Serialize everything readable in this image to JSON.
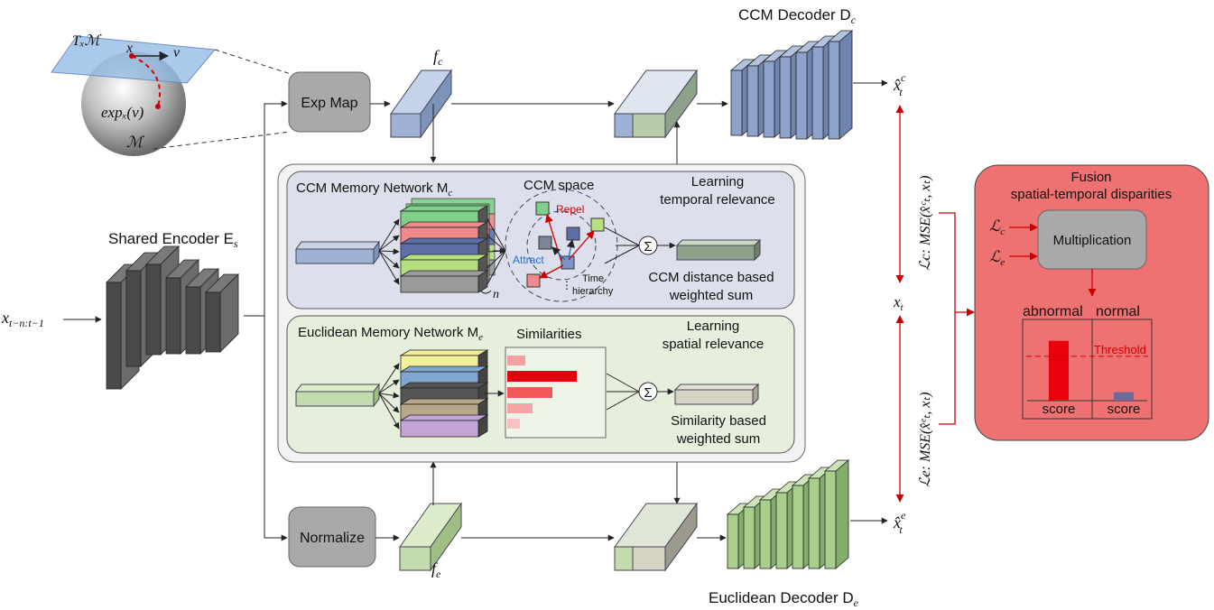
{
  "manifold": {
    "tangent_label": "Tₓℳ",
    "x_label": "x",
    "v_label": "v",
    "exp_label": "expₓ(v)",
    "manifold_label": "ℳ"
  },
  "encoder": {
    "title": "Shared Encoder E",
    "sub": "s"
  },
  "input": {
    "label": "x",
    "sub": "t−n:t−1"
  },
  "exp_map": {
    "label": "Exp Map"
  },
  "normalize": {
    "label": "Normalize"
  },
  "fc": {
    "label": "f",
    "sub": "c"
  },
  "fe": {
    "label": "f",
    "sub": "e"
  },
  "ccm_decoder": {
    "title": "CCM Decoder D",
    "sub": "c",
    "out": "x̂",
    "out_sup": "c",
    "out_sub": "t"
  },
  "euc_decoder": {
    "title": "Euclidean Decoder D",
    "sub": "e",
    "out": "x̂",
    "out_sup": "e",
    "out_sub": "t"
  },
  "ccm_memory": {
    "title": "CCM Memory Network M",
    "sub": "c",
    "space_title": "CCM space",
    "repel": "Repel",
    "attract": "Attract",
    "time": "Time",
    "hierarchy": "hierarchy",
    "n_label": "n",
    "relevance_line1": "Learning",
    "relevance_line2": "temporal relevance",
    "sum_line1": "CCM distance based",
    "sum_line2": "weighted sum",
    "sigma": "Σ"
  },
  "euc_memory": {
    "title": "Euclidean Memory Network M",
    "sub": "e",
    "sim_title": "Similarities",
    "relevance_line1": "Learning",
    "relevance_line2": "spatial relevance",
    "sum_line1": "Similarity based",
    "sum_line2": "weighted sum",
    "sigma": "Σ"
  },
  "losses": {
    "lc": "ℒc: MSE(x̂ᶜₜ, xₜ)",
    "le": "ℒe: MSE(x̂ᵉₜ, xₜ)",
    "xt": "x",
    "xt_sub": "t"
  },
  "fusion": {
    "title_line1": "Fusion",
    "title_line2": "spatial-temporal disparities",
    "lc": "ℒ",
    "lc_sub": "c",
    "le": "ℒ",
    "le_sub": "e",
    "mult": "Multiplication",
    "abnormal": "abnormal",
    "normal": "normal",
    "threshold": "Threshold",
    "score_left": "score",
    "score_right": "score"
  },
  "chart_data": {
    "type": "bar",
    "categories": [
      "abnormal",
      "normal"
    ],
    "values": [
      0.85,
      0.12
    ],
    "threshold": 0.63,
    "ylim": [
      0,
      1
    ]
  },
  "colors": {
    "blue": "#9fb2d6",
    "green": "#c3dcae",
    "gray": "#5a5a5a",
    "fusion_bg": "#ee7272",
    "red": "#e8000b"
  }
}
